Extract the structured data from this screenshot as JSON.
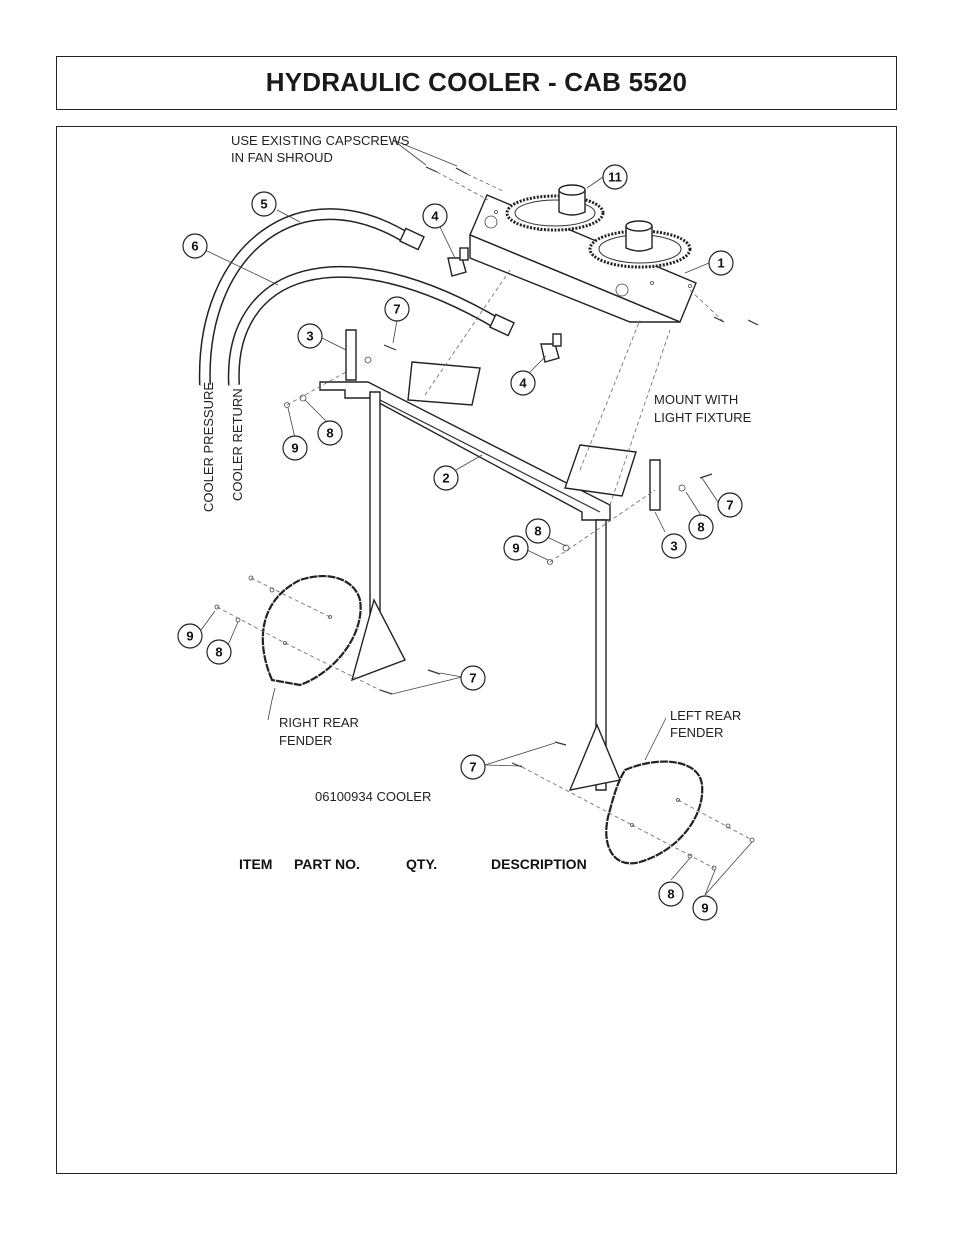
{
  "title": "HYDRAULIC COOLER - CAB 5520",
  "callouts": {
    "capscrews_line1": "USE EXISTING CAPSCREWS",
    "capscrews_line2": "IN FAN SHROUD",
    "mount_line1": "MOUNT WITH",
    "mount_line2": "LIGHT FIXTURE",
    "right_fender_line1": "RIGHT REAR",
    "right_fender_line2": "FENDER",
    "left_fender_line1": "LEFT REAR",
    "left_fender_line2": "FENDER",
    "cooler_pressure": "COOLER PRESSURE",
    "cooler_return": "COOLER RETURN",
    "drawing_number": "06100934 COOLER"
  },
  "bubbles": {
    "b11": "11",
    "b1": "1",
    "b5": "5",
    "b6": "6",
    "b4a": "4",
    "b4b": "4",
    "b7a": "7",
    "b3a": "3",
    "b8a": "8",
    "b9a": "9",
    "b2": "2",
    "b7b": "7",
    "b8b": "8",
    "b3b": "3",
    "b8c": "8",
    "b9b": "9",
    "b9c": "9",
    "b8d": "8",
    "b7c": "7",
    "b7d": "7",
    "b8e": "8",
    "b9d": "9"
  },
  "parts_table": {
    "headers": [
      "ITEM",
      "PART NO.",
      "QTY.",
      "DESCRIPTION"
    ]
  }
}
